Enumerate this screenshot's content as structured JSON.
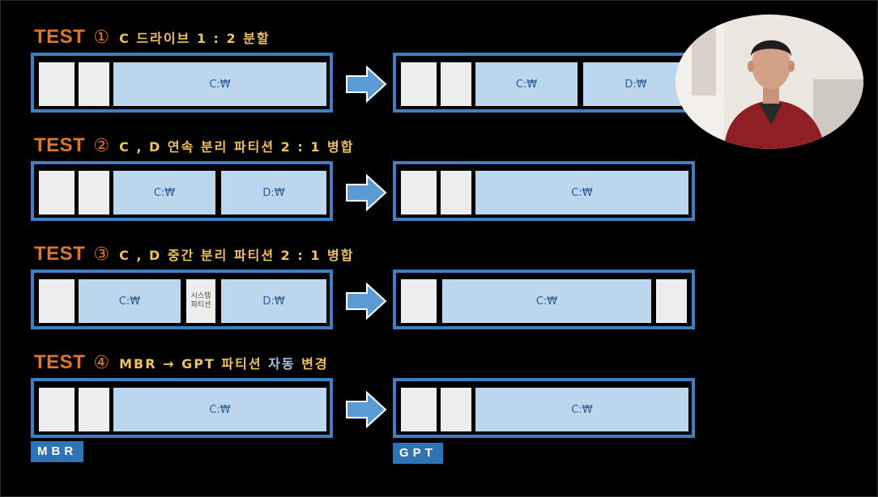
{
  "tests": [
    {
      "label": "TEST",
      "num": "①",
      "desc": "C 드라이브 1 : 2 분할"
    },
    {
      "label": "TEST",
      "num": "②",
      "desc": "C , D 연속 분리 파티션 2 : 1 병합"
    },
    {
      "label": "TEST",
      "num": "③",
      "desc": "C , D 중간 분리 파티션 2 : 1 병합"
    },
    {
      "label": "TEST",
      "num": "④",
      "desc_a": "MBR → GPT 파티션 ",
      "desc_b": "자동",
      "desc_c": " 변경"
    }
  ],
  "drives": {
    "c": "C:₩",
    "d": "D:₩"
  },
  "sys_partition": {
    "line1": "시스템",
    "line2": "파티션"
  },
  "tags": {
    "mbr": "MBR",
    "gpt": "GPT"
  },
  "colors": {
    "disk_border": "#3e7fc2",
    "volume_fill": "#bcd6ee",
    "system_fill": "#ededed",
    "title_orange": "#e0762b",
    "title_yellow": "#f1c15a",
    "arrow": "#5b9bd5",
    "tag_fill": "#2e74b5"
  }
}
